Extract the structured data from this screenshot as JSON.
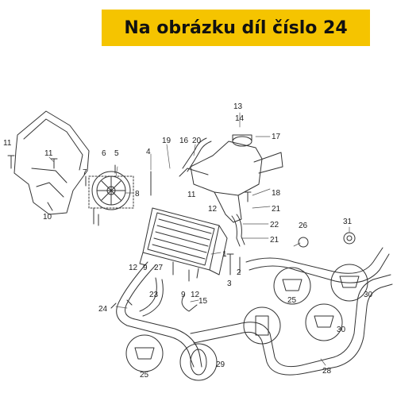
{
  "banner": {
    "text": "Na obrázku díl číslo 24",
    "color": "#f5c400"
  },
  "callouts": {
    "p1": "1",
    "p2": "2",
    "p3": "3",
    "p4": "4",
    "p5": "5",
    "p6": "6",
    "p7": "7",
    "p8": "8",
    "p9a": "9",
    "p9b": "9",
    "p10": "10",
    "p11a": "11",
    "p11b": "11",
    "p11c": "11",
    "p12a": "12",
    "p12b": "12",
    "p12c": "12",
    "p13": "13",
    "p14": "14",
    "p15": "15",
    "p16": "16",
    "p17": "17",
    "p18": "18",
    "p19": "19",
    "p20": "20",
    "p21a": "21",
    "p21b": "21",
    "p22": "22",
    "p23": "23",
    "p24": "24",
    "p25a": "25",
    "p25b": "25",
    "p26": "26",
    "p27": "27",
    "p28": "28",
    "p29": "29",
    "p30a": "30",
    "p30b": "30",
    "p31": "31"
  }
}
